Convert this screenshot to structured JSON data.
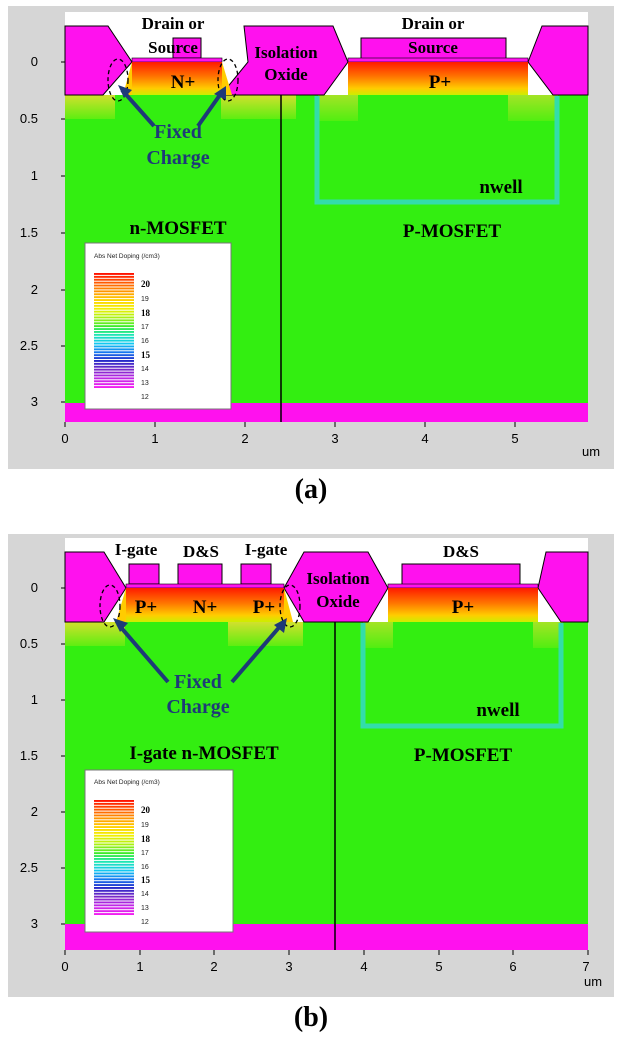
{
  "panel_a": {
    "caption": "(a)",
    "labels": {
      "drain_source_left": [
        "Drain or",
        "Source"
      ],
      "drain_source_right": [
        "Drain or",
        "Source"
      ],
      "n_plus": "N+",
      "p_plus": "P+",
      "isolation_oxide": [
        "Isolation",
        "Oxide"
      ],
      "fixed_charge": [
        "Fixed",
        "Charge"
      ],
      "nwell": "nwell",
      "n_mosfet": "n-MOSFET",
      "p_mosfet": "P-MOSFET"
    },
    "x_ticks": [
      "0",
      "1",
      "2",
      "3",
      "4",
      "5"
    ],
    "x_unit": "um",
    "y_ticks": [
      "0",
      "0.5",
      "1",
      "1.5",
      "2",
      "2.5",
      "3"
    ],
    "legend": {
      "title": "Abs Net Doping (/cm3)",
      "values": [
        "20",
        "19",
        "18",
        "17",
        "16",
        "15",
        "14",
        "13",
        "12"
      ]
    }
  },
  "panel_b": {
    "caption": "(b)",
    "labels": {
      "i_gate_left": "I-gate",
      "ds_left": "D&S",
      "i_gate_right": "I-gate",
      "ds_right": "D&S",
      "p_plus_left": "P+",
      "n_plus": "N+",
      "p_plus_mid": "P+",
      "p_plus_right": "P+",
      "isolation_oxide": [
        "Isolation",
        "Oxide"
      ],
      "fixed_charge": [
        "Fixed",
        "Charge"
      ],
      "nwell": "nwell",
      "i_gate_n_mosfet": "I-gate n-MOSFET",
      "p_mosfet": "P-MOSFET"
    },
    "x_ticks": [
      "0",
      "1",
      "2",
      "3",
      "4",
      "5",
      "6",
      "7"
    ],
    "x_unit": "um",
    "y_ticks": [
      "0",
      "0.5",
      "1",
      "1.5",
      "2",
      "2.5",
      "3"
    ],
    "legend": {
      "title": "Abs Net Doping (/cm3)",
      "values": [
        "20",
        "19",
        "18",
        "17",
        "16",
        "15",
        "14",
        "13",
        "12"
      ]
    }
  },
  "colors": {
    "silicon": "#33ee11",
    "oxide": "#ff11ee",
    "arrow": "#1e3a78",
    "well_outline": "#33ddaa"
  }
}
